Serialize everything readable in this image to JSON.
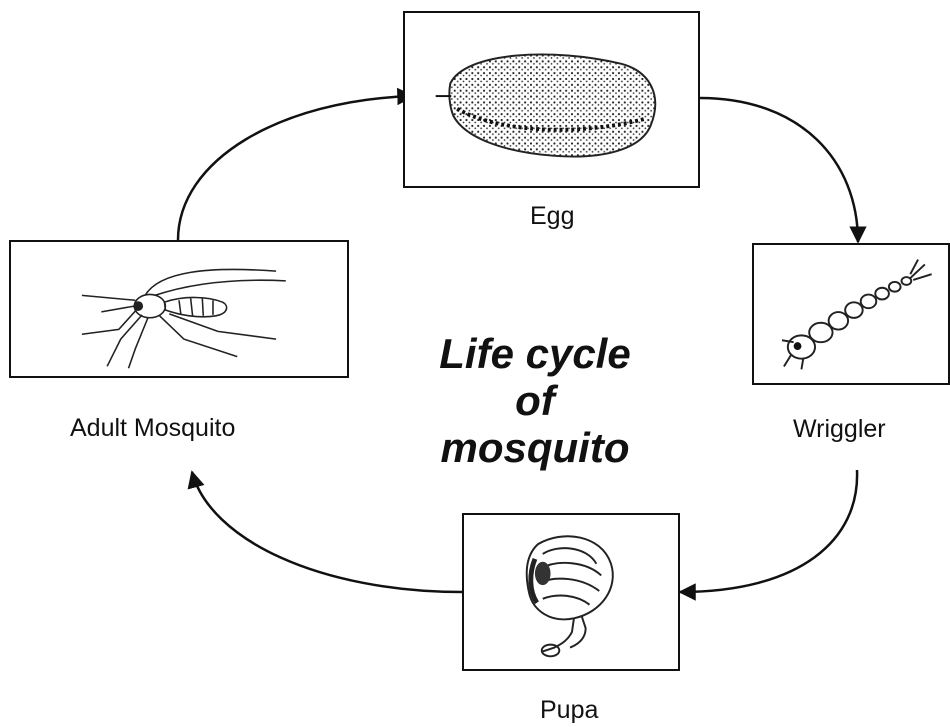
{
  "diagram": {
    "title_lines": [
      "Life cycle",
      "of",
      "mosquito"
    ],
    "stages": {
      "egg": {
        "label": "Egg"
      },
      "wriggler": {
        "label": "Wriggler"
      },
      "pupa": {
        "label": "Pupa"
      },
      "adult": {
        "label": "Adult Mosquito"
      }
    },
    "line_color": "#111111"
  }
}
